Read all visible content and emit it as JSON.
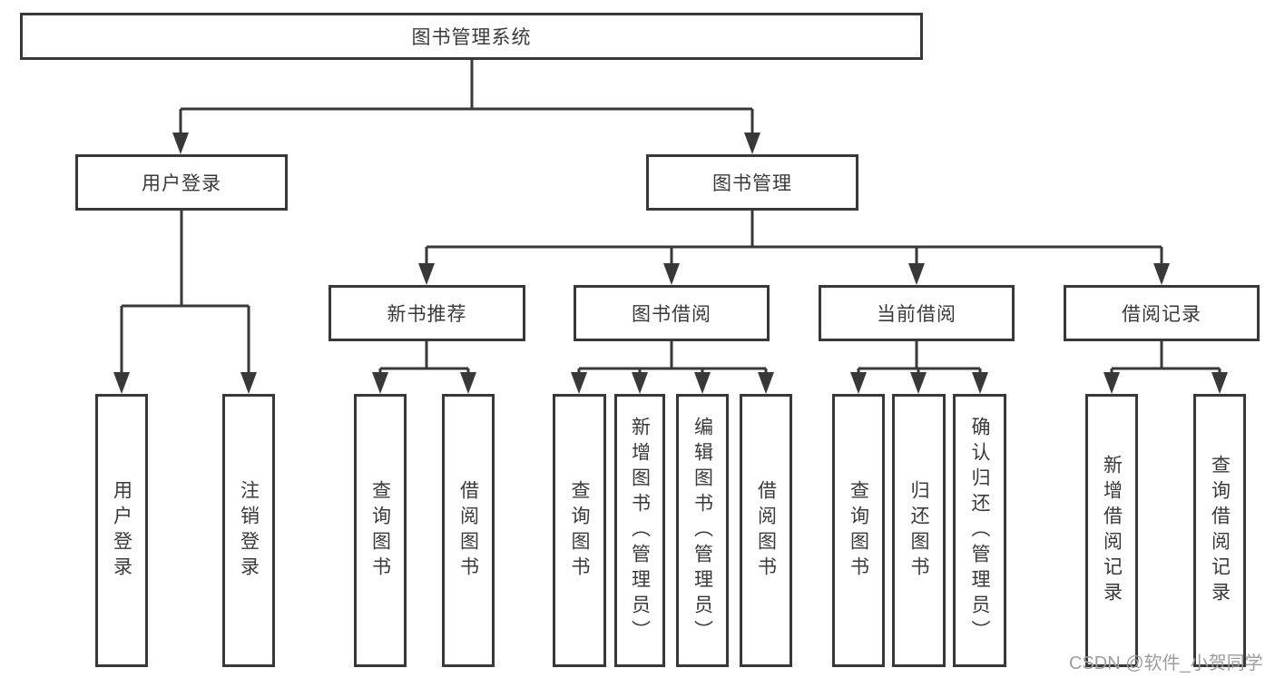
{
  "tree": {
    "label": "图书管理系统",
    "children": [
      {
        "label": "用户登录",
        "children": [
          {
            "label": "用户登录"
          },
          {
            "label": "注销登录"
          }
        ]
      },
      {
        "label": "图书管理",
        "children": [
          {
            "label": "新书推荐",
            "children": [
              {
                "label": "查询图书"
              },
              {
                "label": "借阅图书"
              }
            ]
          },
          {
            "label": "图书借阅",
            "children": [
              {
                "label": "查询图书"
              },
              {
                "label": "新增图书（管理员）"
              },
              {
                "label": "编辑图书（管理员）"
              },
              {
                "label": "借阅图书"
              }
            ]
          },
          {
            "label": "当前借阅",
            "children": [
              {
                "label": "查询图书"
              },
              {
                "label": "归还图书"
              },
              {
                "label": "确认归还（管理员）"
              }
            ]
          },
          {
            "label": "借阅记录",
            "children": [
              {
                "label": "新增借阅记录"
              },
              {
                "label": "查询借阅记录"
              }
            ]
          }
        ]
      }
    ]
  },
  "watermark": {
    "text": "CSDN @软件_小贺同学"
  },
  "colors": {
    "line": "#383838",
    "text": "#3a3a3a",
    "watermark": "#9d9d9d",
    "background": "#ffffff"
  }
}
